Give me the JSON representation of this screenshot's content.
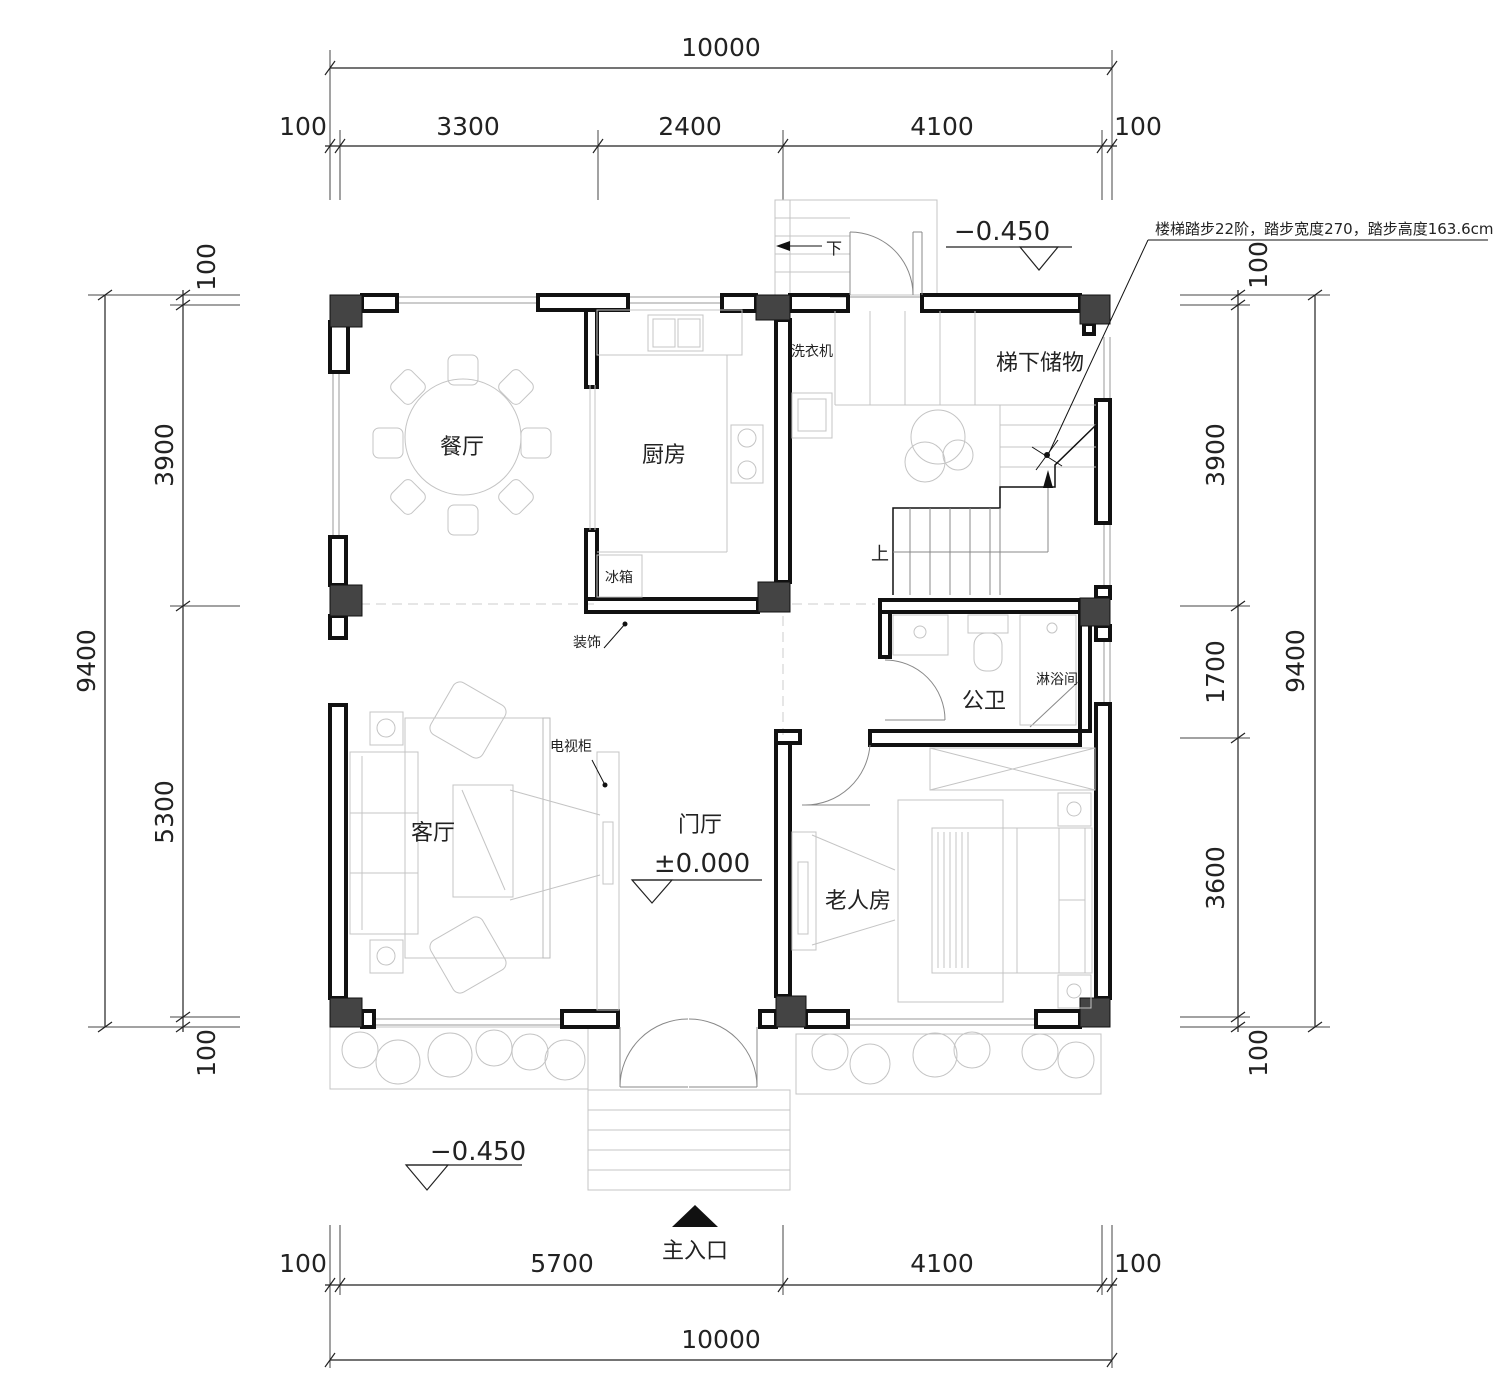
{
  "dimensions": {
    "top_total": "10000",
    "top_left_edge": "100",
    "top_seg1": "3300",
    "top_seg2": "2400",
    "top_seg3": "4100",
    "top_right_edge": "100",
    "bottom_total": "10000",
    "bottom_left_edge": "100",
    "bottom_seg1": "5700",
    "bottom_seg2": "4100",
    "bottom_right_edge": "100",
    "left_total": "9400",
    "left_top_edge": "100",
    "left_seg1": "3900",
    "left_seg2": "5300",
    "left_bottom_edge": "100",
    "right_total": "9400",
    "right_top_edge": "100",
    "right_seg1": "3900",
    "right_seg2": "1700",
    "right_seg3": "3600",
    "right_bottom_edge": "100"
  },
  "rooms": {
    "dining": "餐厅",
    "kitchen": "厨房",
    "laundry": "洗衣机",
    "storage": "梯下储物",
    "living": "客厅",
    "foyer": "门厅",
    "bathroom": "公卫",
    "shower": "淋浴间",
    "elder_room": "老人房"
  },
  "labels": {
    "fridge": "冰箱",
    "decoration": "装饰",
    "tv_cabinet": "电视柜",
    "stair_up": "上",
    "stair_down": "下",
    "main_entrance": "主入口"
  },
  "levels": {
    "top_right": "−0.450",
    "foyer": "±0.000",
    "bottom_left": "−0.450"
  },
  "notes": {
    "stair_note": "楼梯踏步22阶，踏步宽度270，踏步高度163.6cm"
  }
}
